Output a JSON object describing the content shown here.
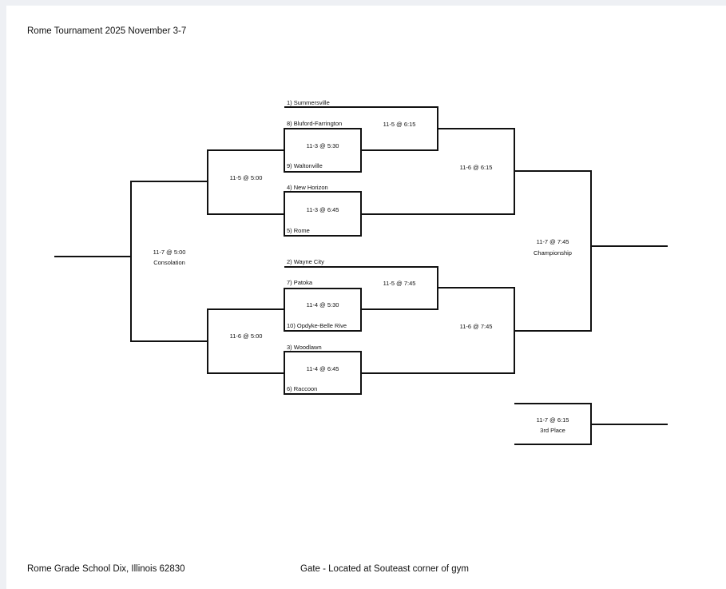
{
  "header": {
    "title": "Rome Tournament 2025  November 3-7"
  },
  "bracket": {
    "teams": {
      "summersville": "1) Summersville",
      "bluford": "8) Bluford-Farrington",
      "waltonville": "9) Waltonville",
      "new_horizon": "4) New Horizon",
      "rome": "5) Rome",
      "wayne_city": "2) Wayne City",
      "patoka": "7) Patoka",
      "opdyke": "10) Opdyke-Belle Rive",
      "woodlawn": "3) Woodlawn",
      "raccoon": "6) Raccoon"
    },
    "games": {
      "g_11_3_530": "11-3 @ 5:30",
      "g_11_3_645": "11-3 @ 6:45",
      "g_11_4_530": "11-4 @ 5:30",
      "g_11_4_645": "11-4 @ 6:45",
      "g_11_5_615": "11-5 @ 6:15",
      "g_11_5_745": "11-5 @ 7:45",
      "g_11_6_615": "11-6 @ 6:15",
      "g_11_6_745": "11-6 @ 7:45",
      "g_11_5_500": "11-5 @ 5:00",
      "g_11_6_500": "11-6 @ 5:00",
      "consolation_time": "11-7 @ 5:00",
      "consolation_label": "Consolation",
      "championship_time": "11-7 @ 7:45",
      "championship_label": "Championship",
      "third_time": "11-7 @ 6:15",
      "third_label": "3rd Place"
    }
  },
  "footer": {
    "school": "Rome Grade School Dix, Illinois 62830",
    "gate": "Gate - Located at Souteast corner of gym"
  }
}
